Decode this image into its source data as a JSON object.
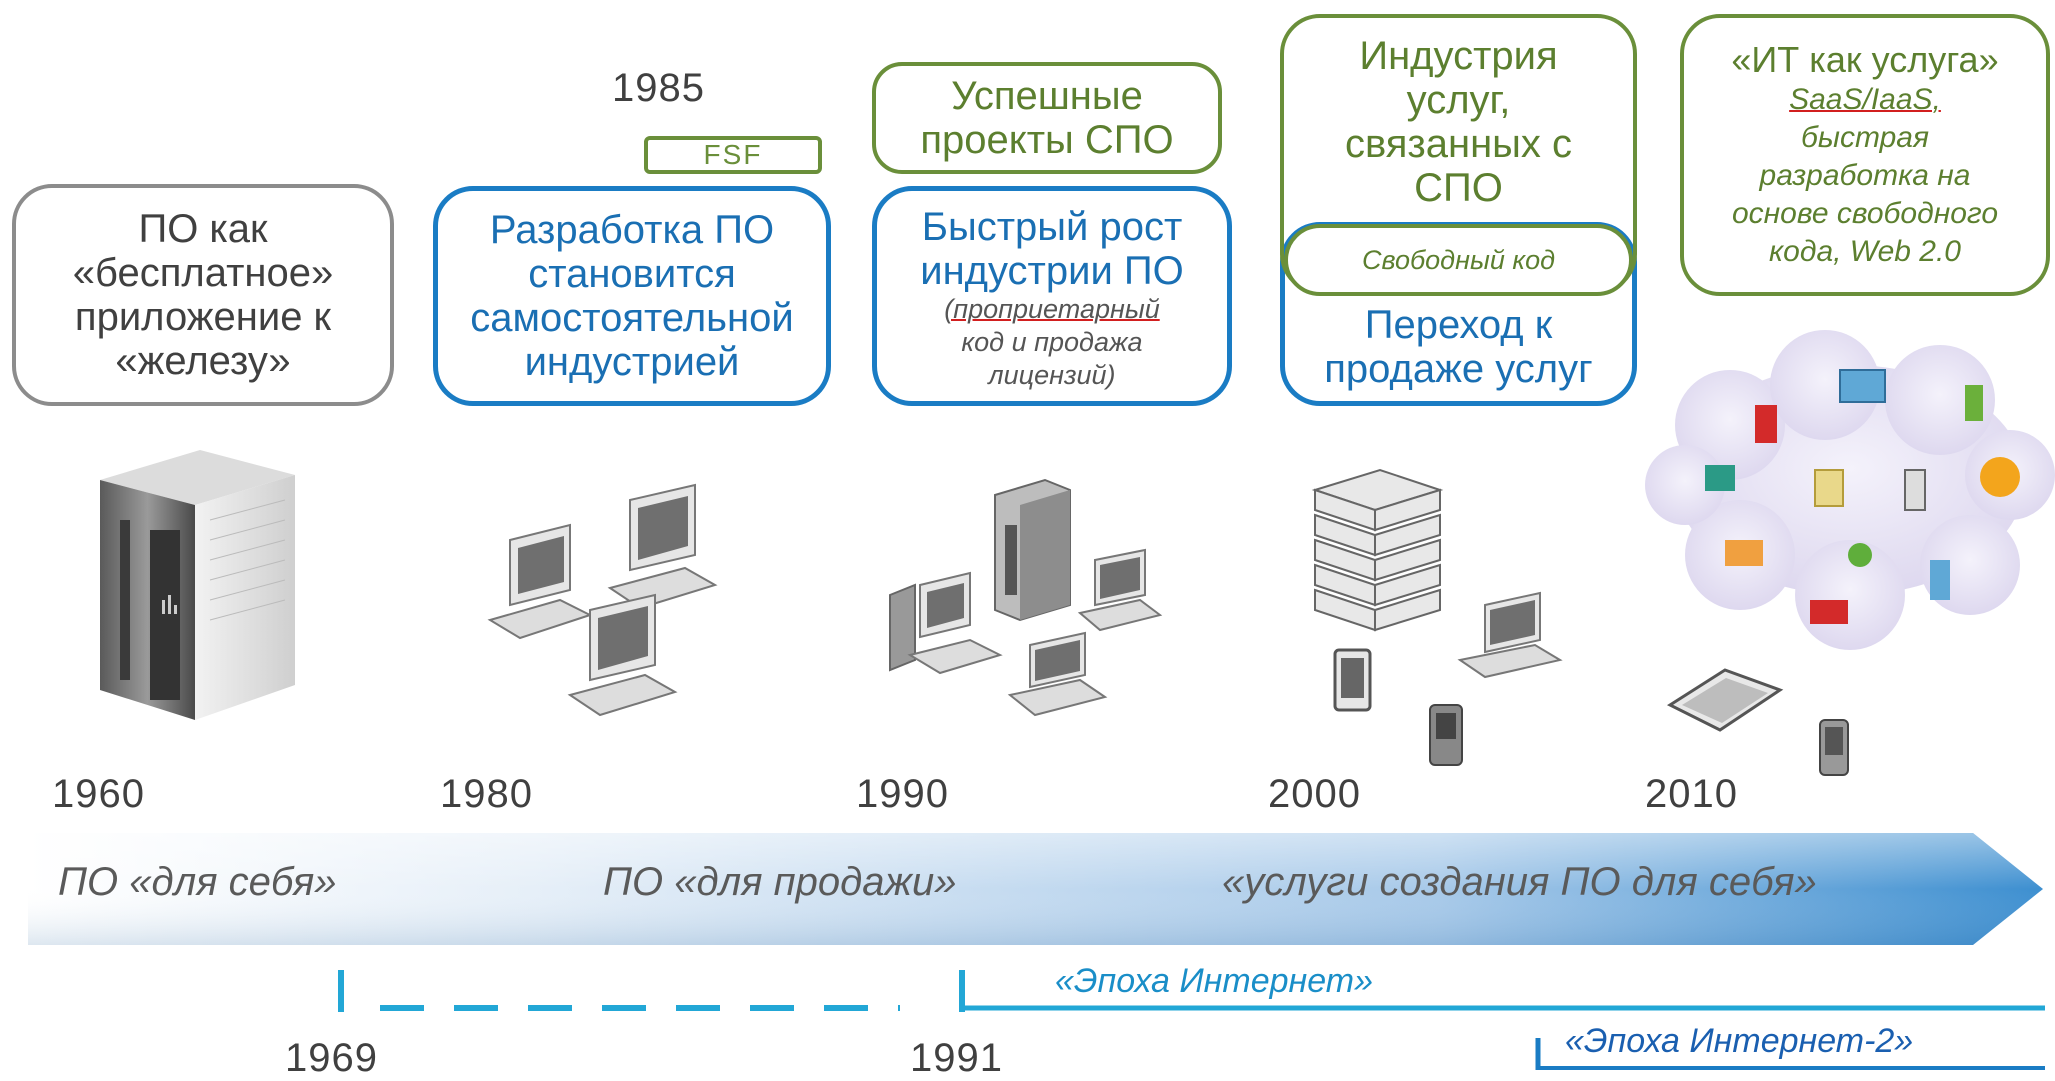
{
  "periods": {
    "box_1960": [
      "ПО как",
      "«бесплатное»",
      "приложение к",
      "«железу»"
    ],
    "box_1980": [
      "Разработка ПО",
      "становится",
      "самостоятельной",
      "индустрией"
    ],
    "box_1990_top": [
      "Успешные",
      "проекты СПО"
    ],
    "box_1990_main": [
      "Быстрый рост",
      "индустрии ПО"
    ],
    "box_1990_note": [
      "(проприетарный",
      "код и продажа",
      "лицензий)"
    ],
    "box_2000_top": [
      "Индустрия",
      "услуг,",
      "связанных с",
      "СПО"
    ],
    "box_2000_inner": "Свободный код",
    "box_2000_main": [
      "Переход к",
      "продаже услуг"
    ],
    "box_2010_title": "«ИТ как услуга»",
    "box_2010_lines": [
      "SaaS/IaaS,",
      "быстрая",
      "разработка на",
      "основе свободного",
      "кода, Web 2.0"
    ]
  },
  "fsf": {
    "year": "1985",
    "label": "FSF"
  },
  "years": {
    "y1960": "1960",
    "y1980": "1980",
    "y1990": "1990",
    "y2000": "2000",
    "y2010": "2010",
    "y1969": "1969",
    "y1991": "1991"
  },
  "eras": {
    "e1": "ПО «для себя»",
    "e2": "ПО «для продажи»",
    "e3": "«услуги создания ПО для себя»"
  },
  "internet": {
    "era1": "«Эпоха Интернет»",
    "era2": "«Эпоха Интернет-2»"
  },
  "colors": {
    "blue_border": "#1a7cc4",
    "green_border": "#6a8f3a",
    "gray_border": "#8c8c8c",
    "arrow_start": "#ffffff",
    "arrow_end": "#3d8fd0",
    "timeline_line": "#22a7d6"
  },
  "icons": {
    "c1960": "mainframe-icon",
    "c1980": "desktop-computers-icon",
    "c1990": "pc-server-laptop-icon",
    "c2000": "server-rack-laptop-phone-icon",
    "c2010": "cloud-tablet-phone-icon"
  }
}
